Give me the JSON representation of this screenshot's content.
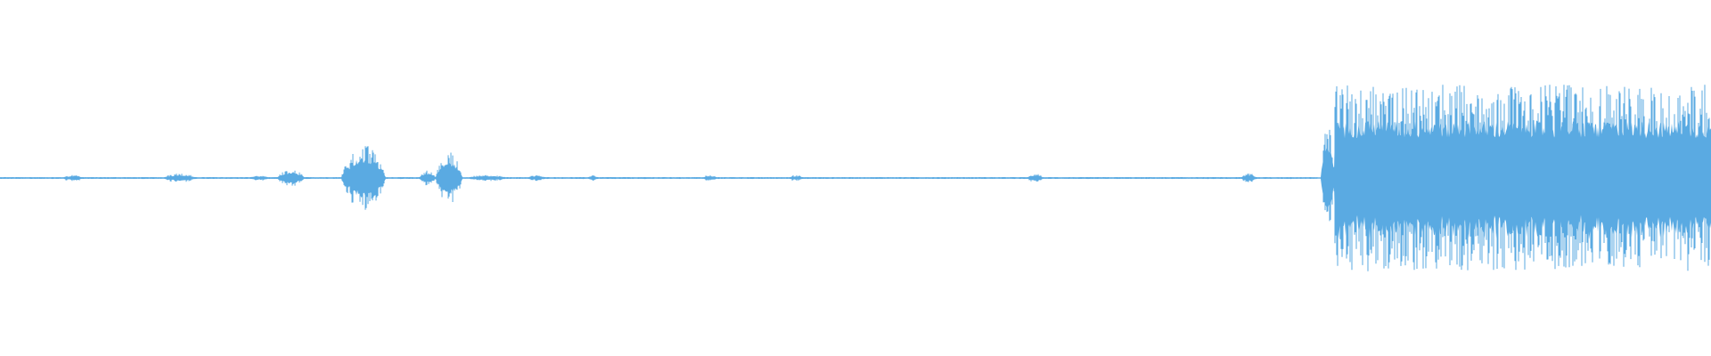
{
  "waveform": {
    "color": "#5aaae2",
    "background": "#ffffff",
    "amplitude_scale": "linear",
    "time_position_range": [
      0,
      1
    ],
    "segments": [
      {
        "start": 0.0,
        "end": 0.77,
        "level": 0.01,
        "description": "near-silence"
      },
      {
        "start": 0.035,
        "end": 0.05,
        "level": 0.02
      },
      {
        "start": 0.095,
        "end": 0.115,
        "level": 0.03
      },
      {
        "start": 0.145,
        "end": 0.158,
        "level": 0.02
      },
      {
        "start": 0.162,
        "end": 0.178,
        "level": 0.06
      },
      {
        "start": 0.2,
        "end": 0.225,
        "level": 0.22
      },
      {
        "start": 0.245,
        "end": 0.255,
        "level": 0.05
      },
      {
        "start": 0.255,
        "end": 0.27,
        "level": 0.18
      },
      {
        "start": 0.27,
        "end": 0.3,
        "level": 0.02
      },
      {
        "start": 0.307,
        "end": 0.32,
        "level": 0.02
      },
      {
        "start": 0.343,
        "end": 0.35,
        "level": 0.02
      },
      {
        "start": 0.41,
        "end": 0.42,
        "level": 0.02
      },
      {
        "start": 0.46,
        "end": 0.47,
        "level": 0.02
      },
      {
        "start": 0.6,
        "end": 0.61,
        "level": 0.03
      },
      {
        "start": 0.725,
        "end": 0.735,
        "level": 0.03
      },
      {
        "start": 0.772,
        "end": 0.78,
        "level": 0.35
      },
      {
        "start": 0.78,
        "end": 1.0,
        "level": 0.62
      }
    ]
  }
}
